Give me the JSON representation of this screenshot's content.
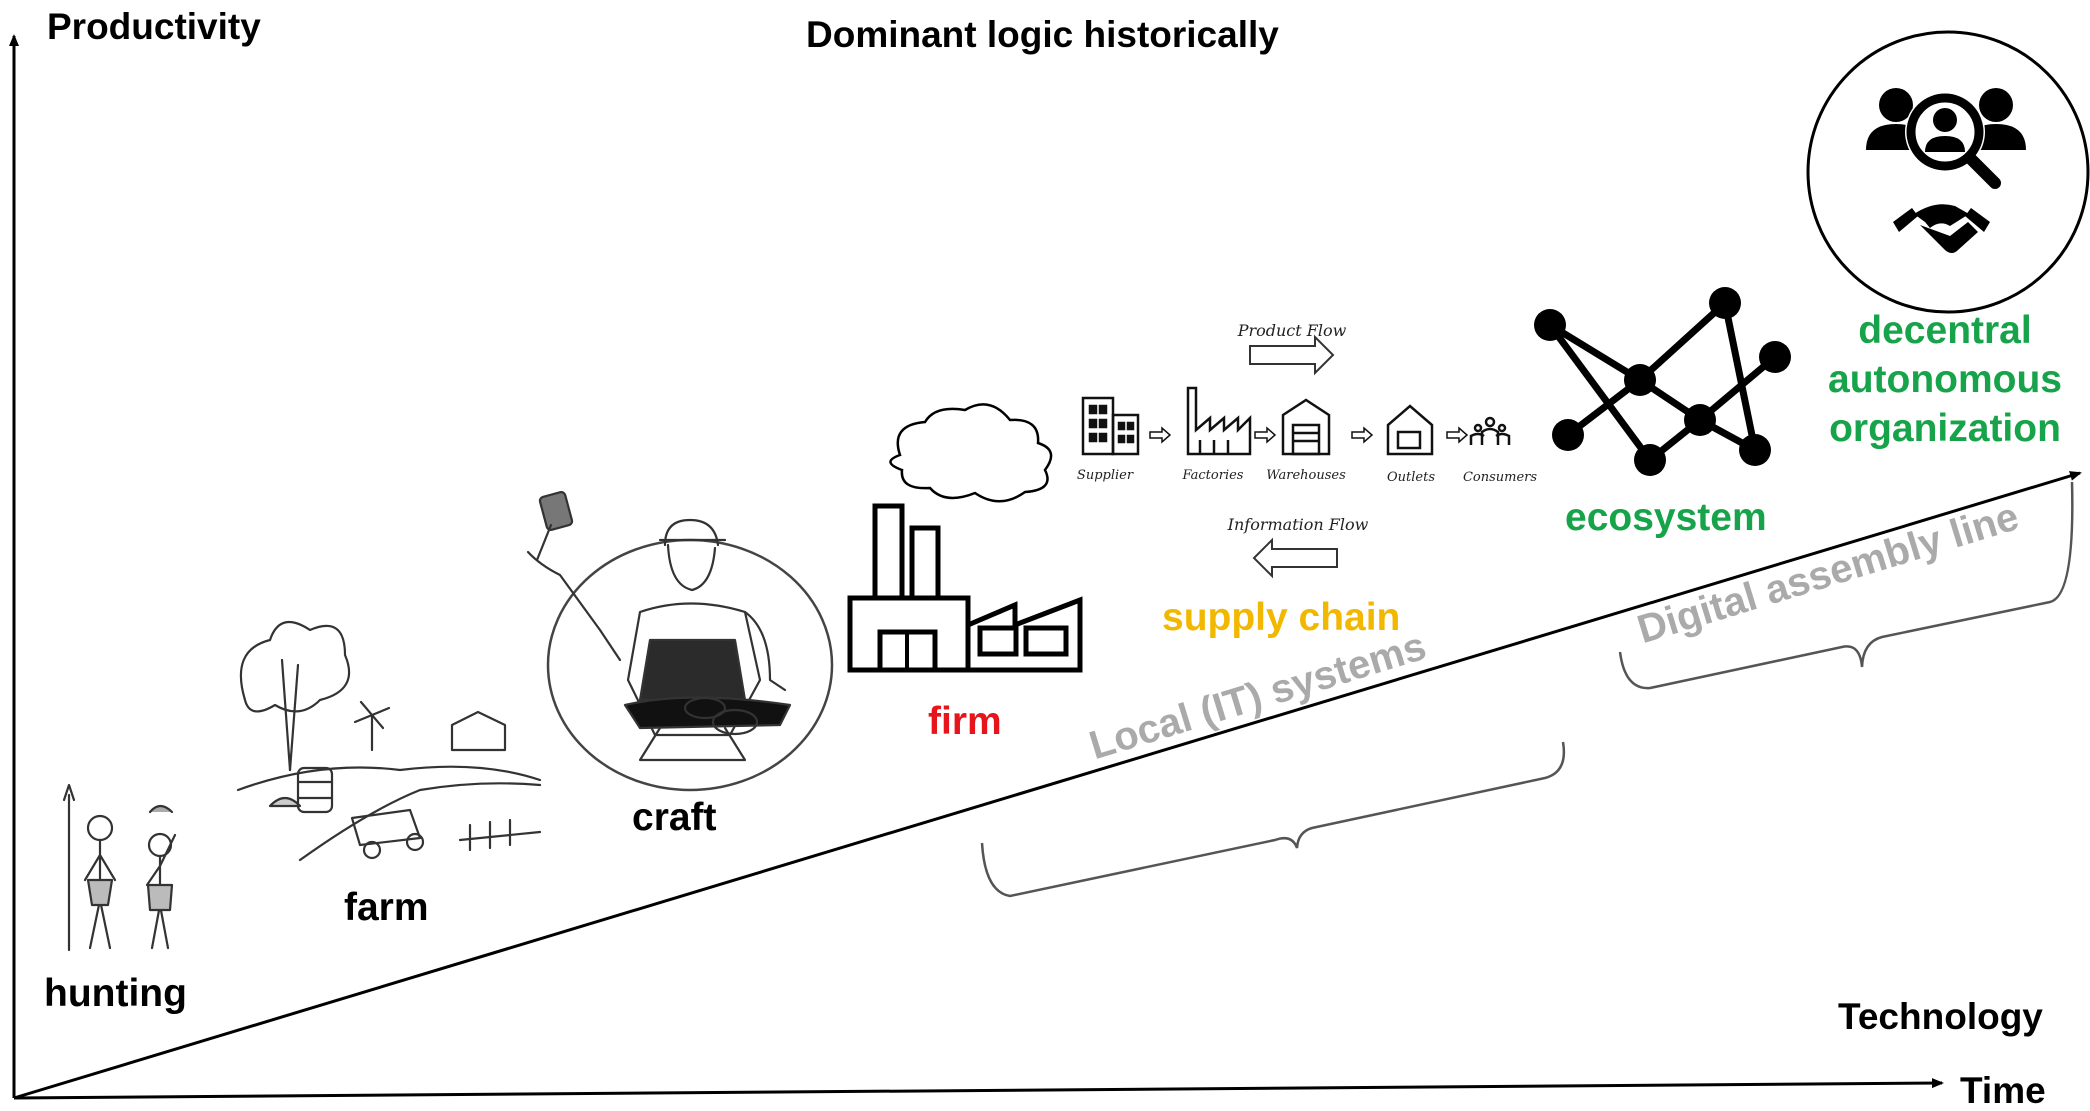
{
  "title": "Dominant logic historically",
  "axes": {
    "y_label": "Productivity",
    "x_label_top": "Technology",
    "x_label_bottom": "Time"
  },
  "eras": [
    {
      "id": "hunting",
      "label": "hunting",
      "color": "#000000"
    },
    {
      "id": "farm",
      "label": "farm",
      "color": "#000000"
    },
    {
      "id": "craft",
      "label": "craft",
      "color": "#000000"
    },
    {
      "id": "firm",
      "label": "firm",
      "color": "#e8141b"
    },
    {
      "id": "supply-chain",
      "label": "supply chain",
      "color": "#f2b800"
    },
    {
      "id": "ecosystem",
      "label": "ecosystem",
      "color": "#16a34a"
    },
    {
      "id": "dao",
      "label": "decentral\nautonomous\norganization",
      "color": "#16a34a"
    }
  ],
  "supply_chain_diagram": {
    "product_flow": "Product Flow",
    "information_flow": "Information Flow",
    "stages": [
      "Supplier",
      "Factories",
      "Warehouses",
      "Outlets",
      "Consumers"
    ]
  },
  "technology_phases": [
    {
      "label": "Local (IT) systems",
      "color": "#aaaaaa"
    },
    {
      "label": "Digital assembly line",
      "color": "#aaaaaa"
    }
  ],
  "icons": [
    "hunters-illustration",
    "farm-illustration",
    "blacksmith-illustration",
    "factory-icon",
    "network-icon",
    "people-search-icon",
    "handshake-icon"
  ]
}
